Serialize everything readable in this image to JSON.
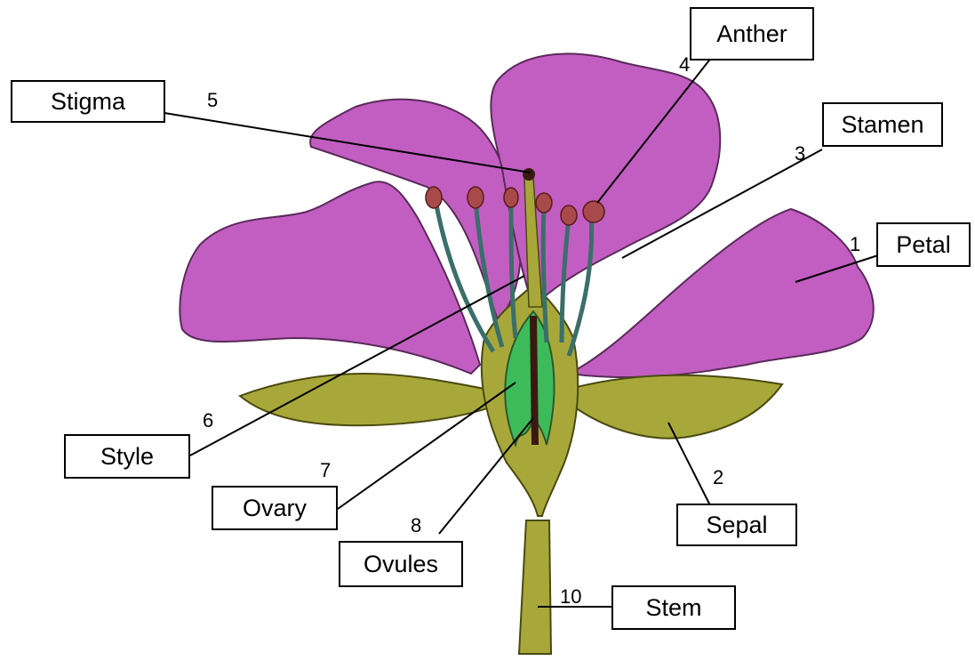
{
  "labels": {
    "stigma": "Stigma",
    "anther": "Anther",
    "stamen": "Stamen",
    "petal": "Petal",
    "style": "Style",
    "ovary": "Ovary",
    "ovules": "Ovules",
    "sepal": "Sepal",
    "stem": "Stem"
  },
  "numbers": {
    "petal": "1",
    "sepal": "2",
    "stamen": "3",
    "anther": "4",
    "stigma": "5",
    "style": "6",
    "ovary": "7",
    "ovules": "8",
    "stem": "10"
  },
  "colors": {
    "petal": "#c25ec2",
    "petal_outline": "#5a2a5a",
    "sepal": "#a8a83a",
    "sepal_outline": "#4a4a10",
    "ovary": "#3dbb5a",
    "filament": "#3a6f6a",
    "anther": "#8b3a3a",
    "ovule": "#3a1a10"
  }
}
